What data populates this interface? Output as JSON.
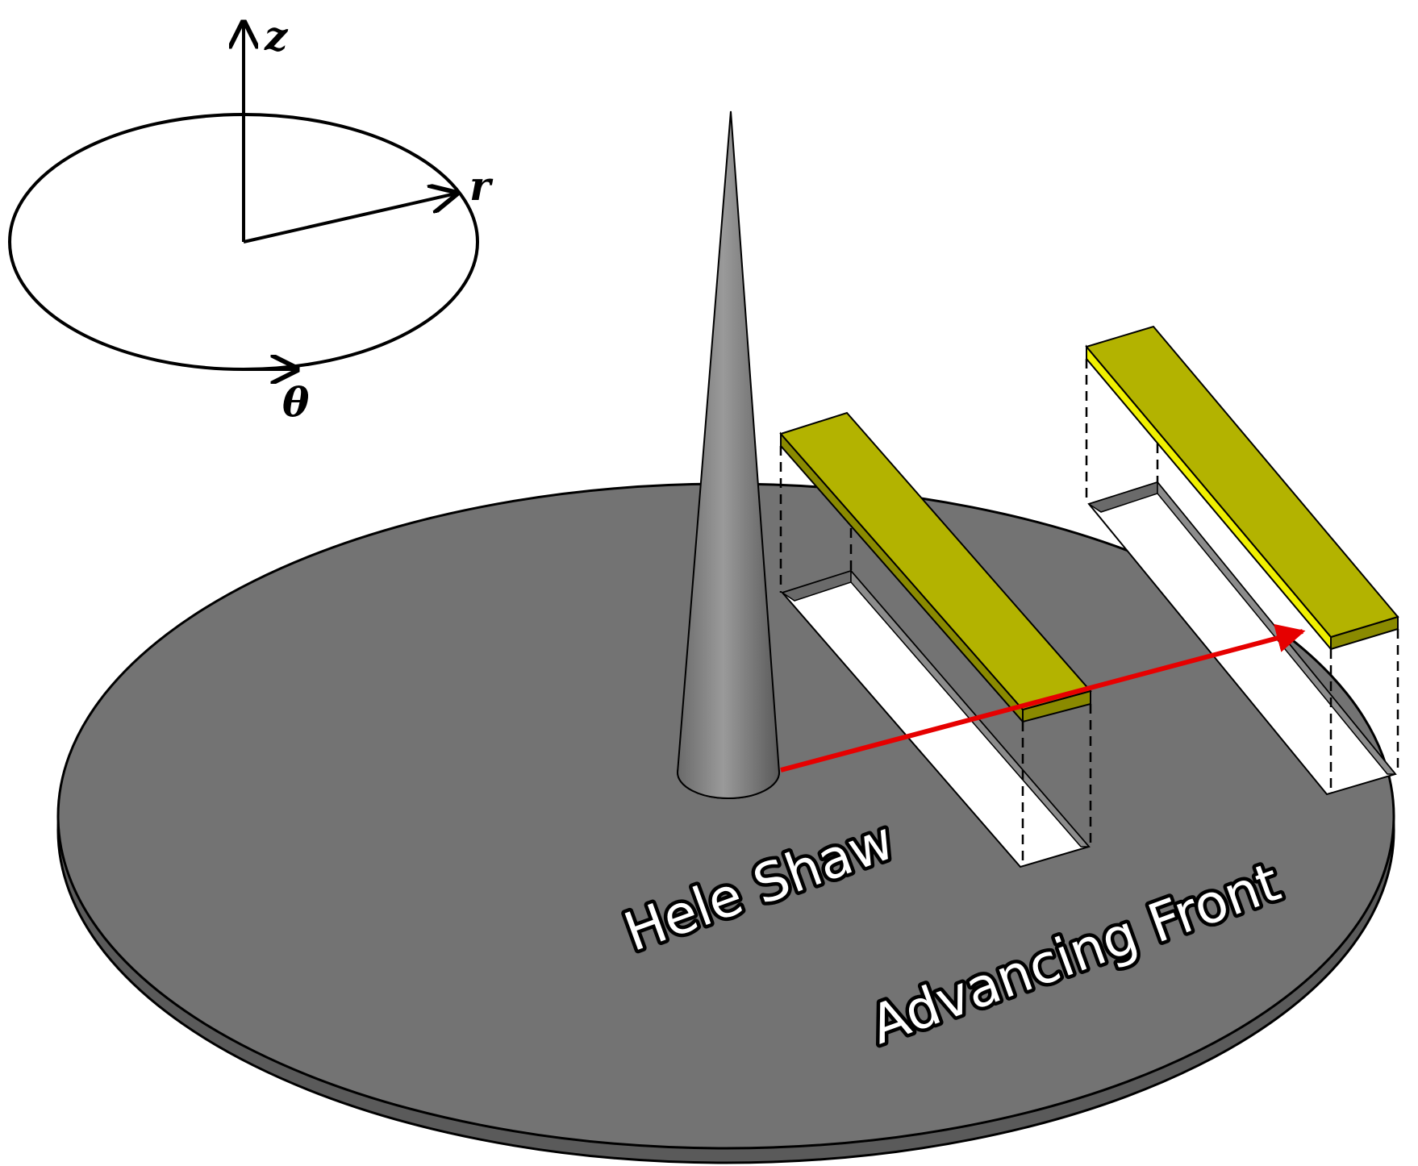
{
  "labels": {
    "z_axis": "z",
    "r_axis": "r",
    "theta_axis": "θ",
    "hele_shaw": "Hele Shaw",
    "advancing_front": "Advancing Front"
  },
  "colors": {
    "disk_top": "#737373",
    "disk_edge": "#5a5a5a",
    "cone_light": "#8a8a8a",
    "cone_dark": "#5e5e5e",
    "bar_top": "#b3b300",
    "bar_side": "#8a8a00",
    "bar_highlight": "#f0f000",
    "arrow_red": "#e60000",
    "slot_fill": "#ffffff"
  }
}
